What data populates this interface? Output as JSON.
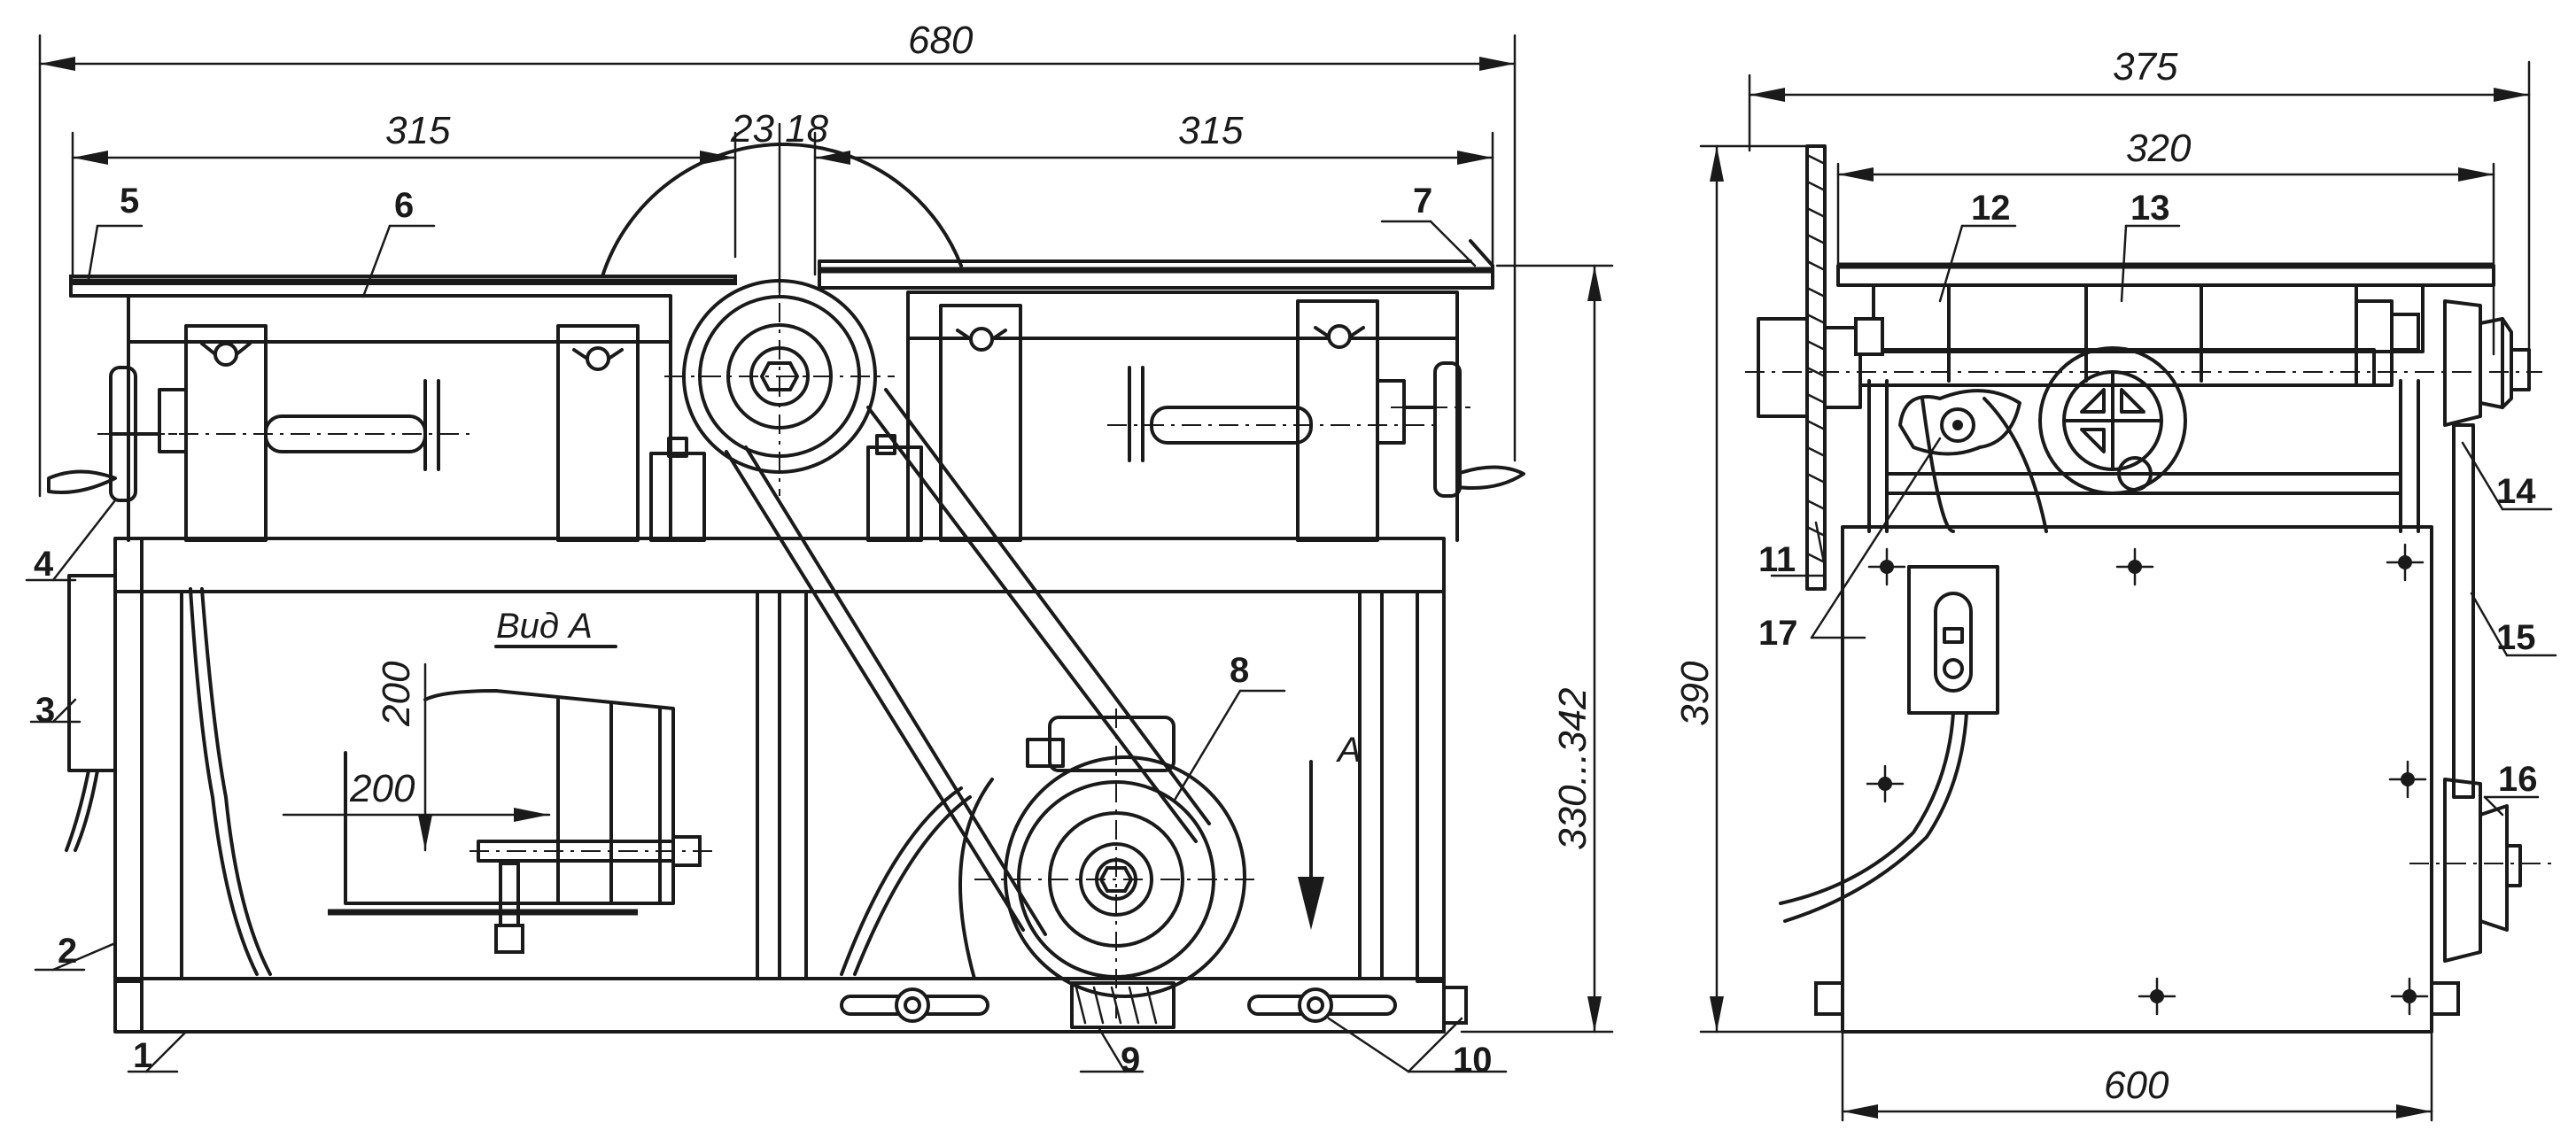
{
  "drawing": {
    "front_view": {
      "dimensions": {
        "overall_width": "680",
        "left_table": "315",
        "right_table": "315",
        "blade_gap": "23 18",
        "height": "330...342"
      },
      "view_label": "Вид А",
      "view_arrow_label": "А",
      "detail_dimensions": {
        "vertical": "200",
        "horizontal": "200"
      },
      "callouts": [
        "1",
        "2",
        "3",
        "4",
        "5",
        "6",
        "7",
        "8",
        "9",
        "10"
      ]
    },
    "side_view": {
      "dimensions": {
        "overall_width": "375",
        "table_width": "320",
        "height": "390",
        "base_width": "600"
      },
      "callouts": [
        "11",
        "12",
        "13",
        "14",
        "15",
        "16",
        "17"
      ]
    }
  }
}
